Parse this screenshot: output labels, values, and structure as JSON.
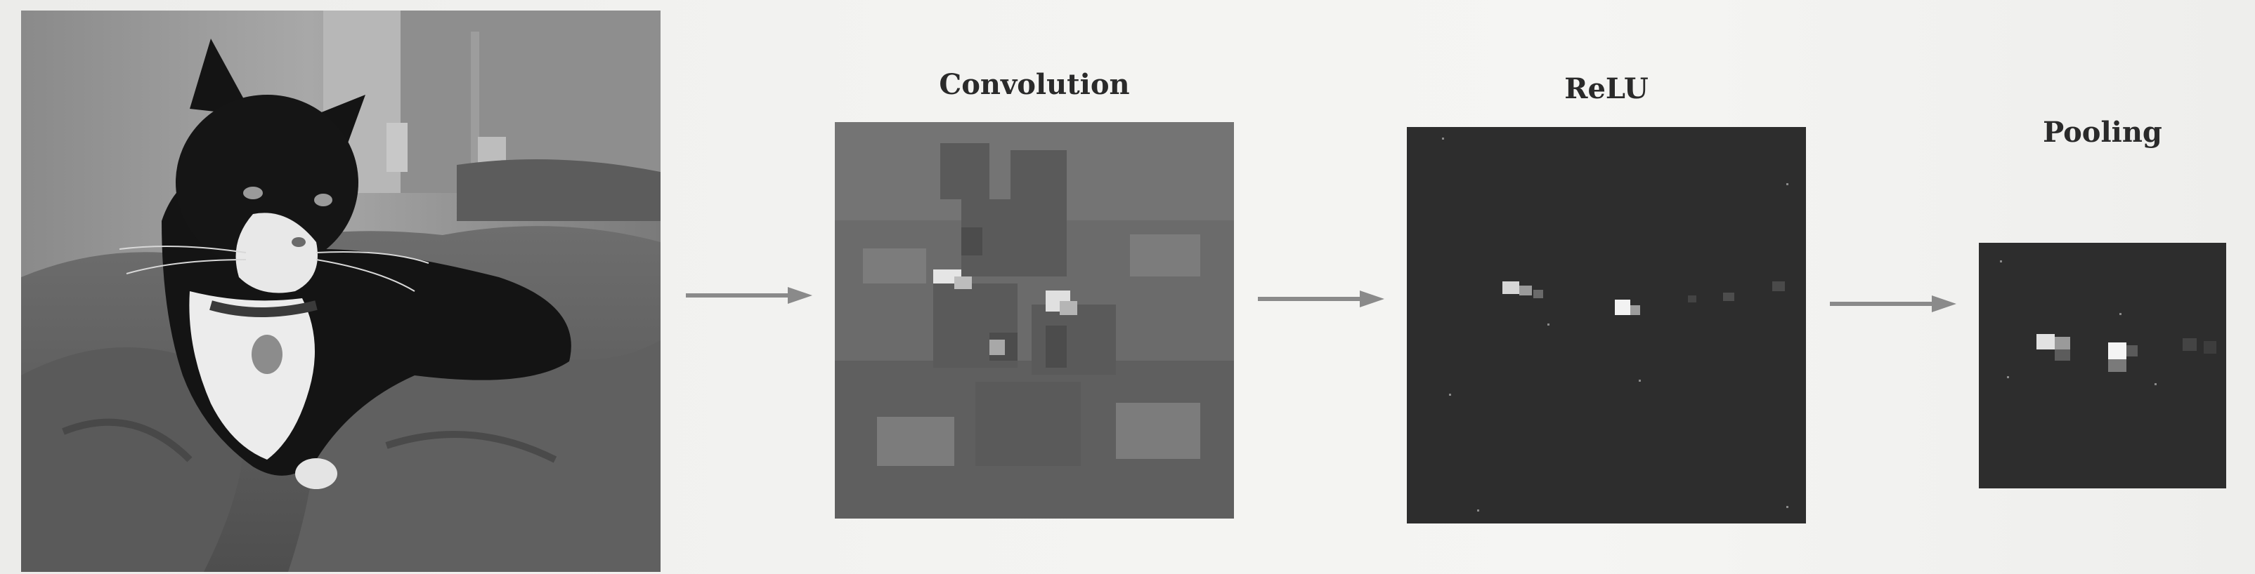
{
  "stages": {
    "input": {
      "icon": "cat-photo-icon"
    },
    "convolution": {
      "label": "Convolution"
    },
    "relu": {
      "label": "ReLU"
    },
    "pooling": {
      "label": "Pooling"
    }
  },
  "arrow_color": "#8a8a8a",
  "colors": {
    "background": "#f1f1ef",
    "feature_map_dark": "#2d2d2d",
    "conv_map_gray": "#6a6a6a"
  }
}
